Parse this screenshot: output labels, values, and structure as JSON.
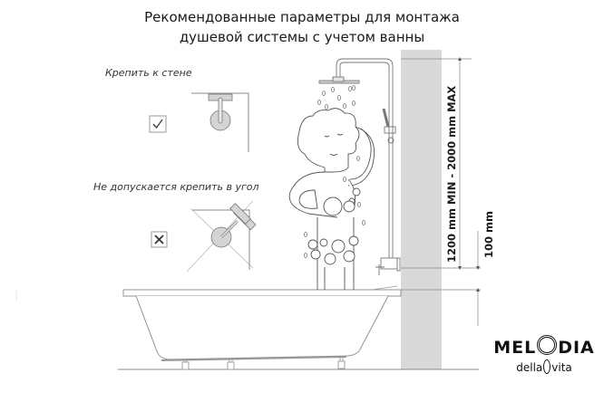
{
  "title": {
    "line1": "Рекомендованные параметры для монтажа",
    "line2": "душевой системы с учетом ванны"
  },
  "mounting": {
    "correct": {
      "caption": "Крепить к стене",
      "mark": "✓",
      "status": "allowed"
    },
    "incorrect": {
      "caption": "Не  допускается крепить в угол",
      "mark": "✕",
      "status": "not-allowed"
    }
  },
  "dimensions": {
    "height_range": "1200 mm MIN - 2000 mm MAX",
    "above_tub": "100 mm"
  },
  "logo": {
    "brand_left": "MEL",
    "brand_right": "DIA",
    "tagline_left": "della",
    "tagline_right": "vita"
  },
  "colors": {
    "wall": "#d9d9d9",
    "line": "#555555",
    "fixture_fill": "#d4d4d4",
    "text": "#1a1a1a"
  }
}
